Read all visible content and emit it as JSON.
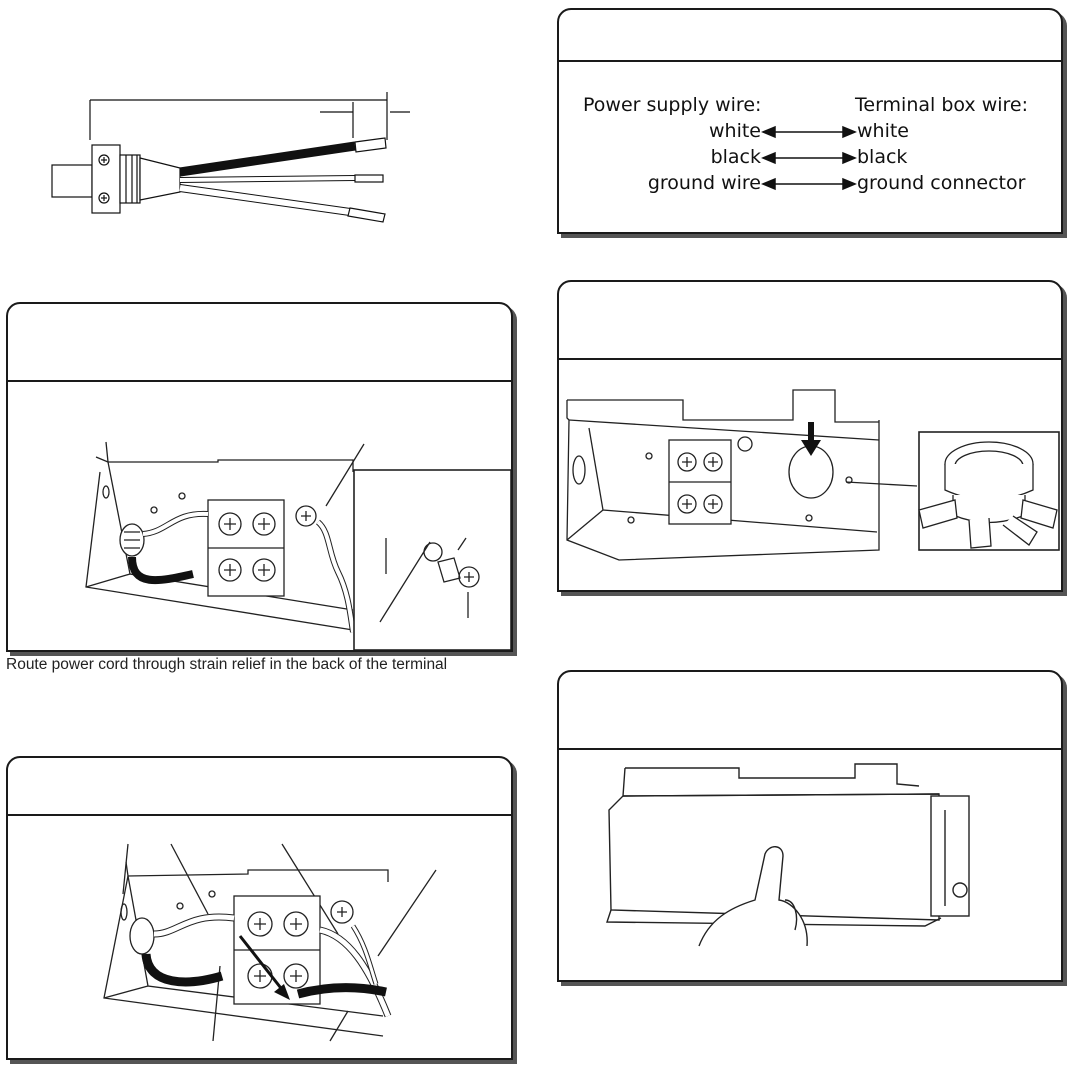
{
  "wire_connections": {
    "left_header": "Power supply wire:",
    "right_header": "Terminal box wire:",
    "rows": [
      {
        "left": "white",
        "right": "white"
      },
      {
        "left": "black",
        "right": "black"
      },
      {
        "left": "ground wire",
        "right": "ground connector"
      }
    ]
  },
  "captions": {
    "strain_relief": "Route power cord through strain relief in the back of the terminal"
  }
}
